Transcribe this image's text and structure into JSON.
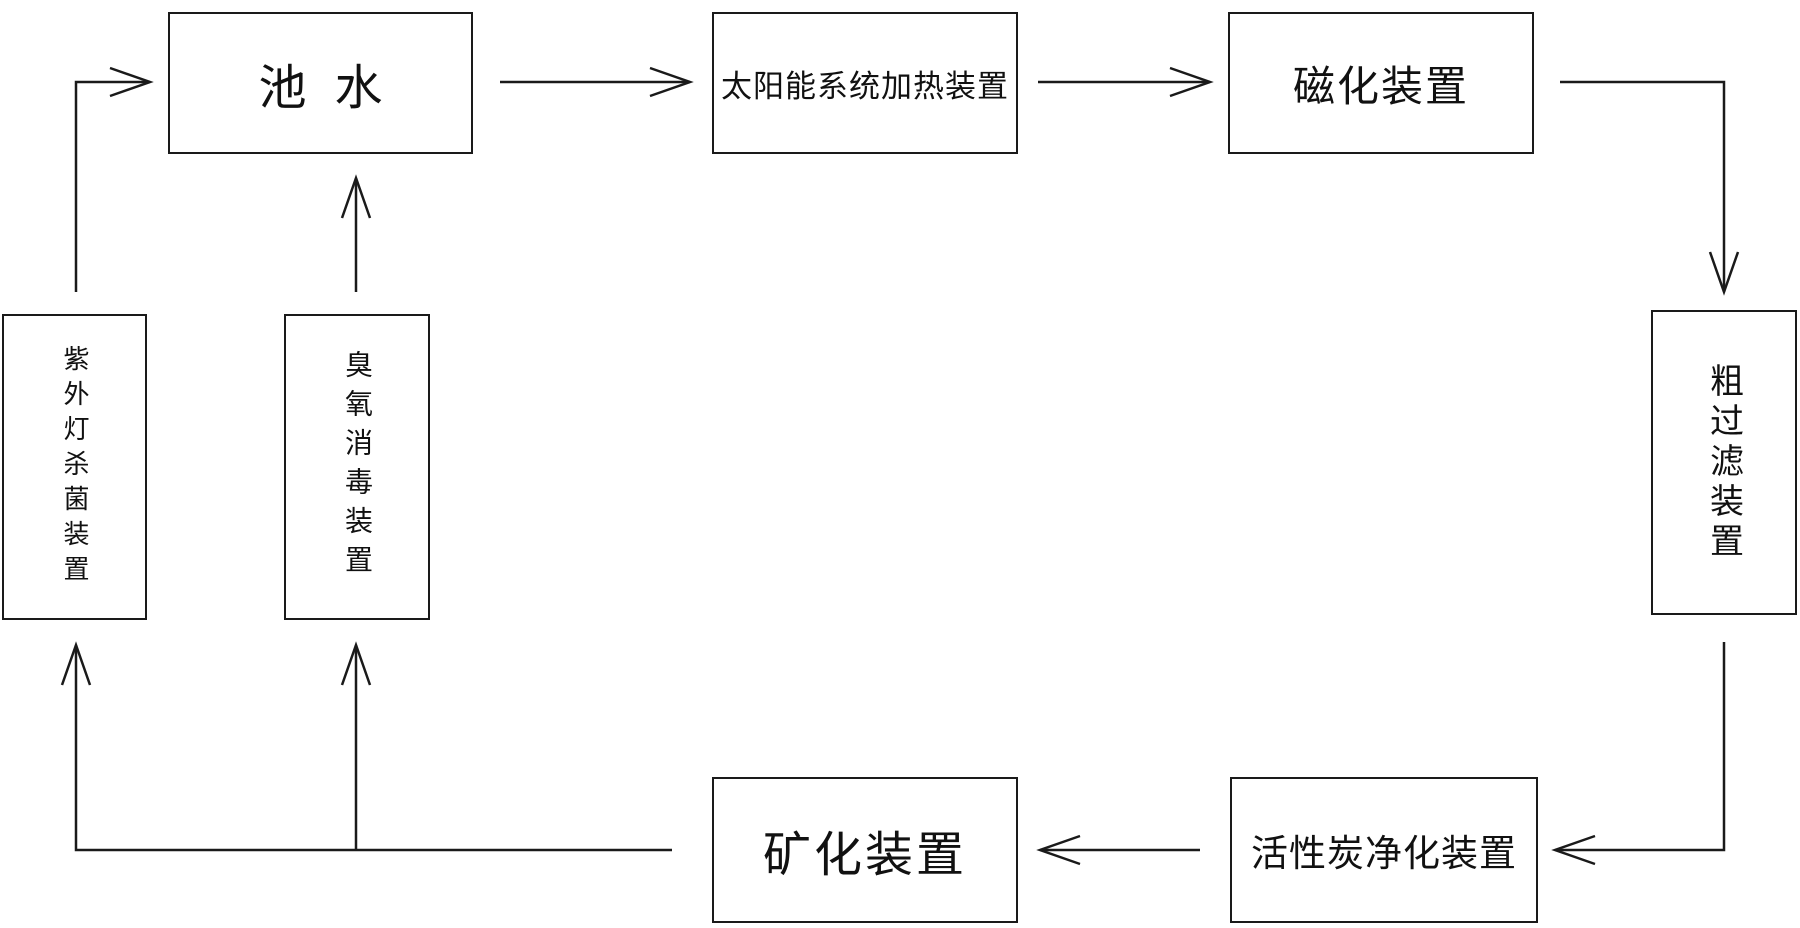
{
  "nodes": {
    "pool_water": "池水",
    "solar_heating": "太阳能系统加热装置",
    "magnetization": "磁化装置",
    "coarse_filter": "粗过滤装置",
    "activated_carbon": "活性炭净化装置",
    "mineralization": "矿化装置",
    "uv_sterilization": "紫外灯杀菌装置",
    "ozone_disinfection": "臭氧消毒装置"
  },
  "edges": [
    {
      "from": "池水",
      "to": "太阳能系统加热装置"
    },
    {
      "from": "太阳能系统加热装置",
      "to": "磁化装置"
    },
    {
      "from": "磁化装置",
      "to": "粗过滤装置"
    },
    {
      "from": "粗过滤装置",
      "to": "活性炭净化装置"
    },
    {
      "from": "活性炭净化装置",
      "to": "矿化装置"
    },
    {
      "from": "矿化装置",
      "to": "紫外灯杀菌装置"
    },
    {
      "from": "矿化装置",
      "to": "臭氧消毒装置"
    },
    {
      "from": "紫外灯杀菌装置",
      "to": "池水"
    },
    {
      "from": "臭氧消毒装置",
      "to": "池水"
    }
  ],
  "colors": {
    "line": "#1a1a1a",
    "background": "#ffffff"
  }
}
